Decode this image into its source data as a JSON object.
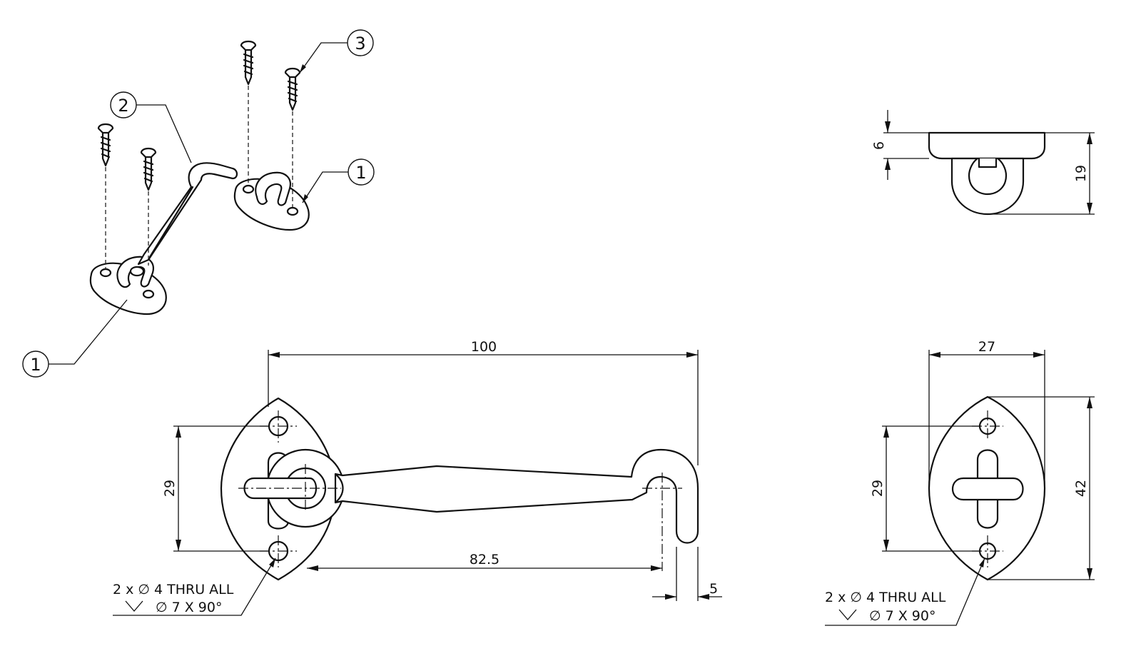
{
  "balloons": {
    "b1a": "1",
    "b1b": "1",
    "b2": "2",
    "b3": "3"
  },
  "dimensions": {
    "total_length": "100",
    "hook_reach": "82.5",
    "hook_wire": "5",
    "hole_spacing_front": "29",
    "plate_width": "27",
    "hole_spacing_side": "29",
    "plate_height": "42",
    "plate_thickness": "6",
    "eye_height": "19"
  },
  "notes": {
    "front_line1": "2 x ∅ 4 THRU ALL",
    "front_line2": "∅ 7 X 90°",
    "side_line1": "2 x ∅ 4 THRU ALL",
    "side_line2": "∅ 7 X 90°"
  }
}
